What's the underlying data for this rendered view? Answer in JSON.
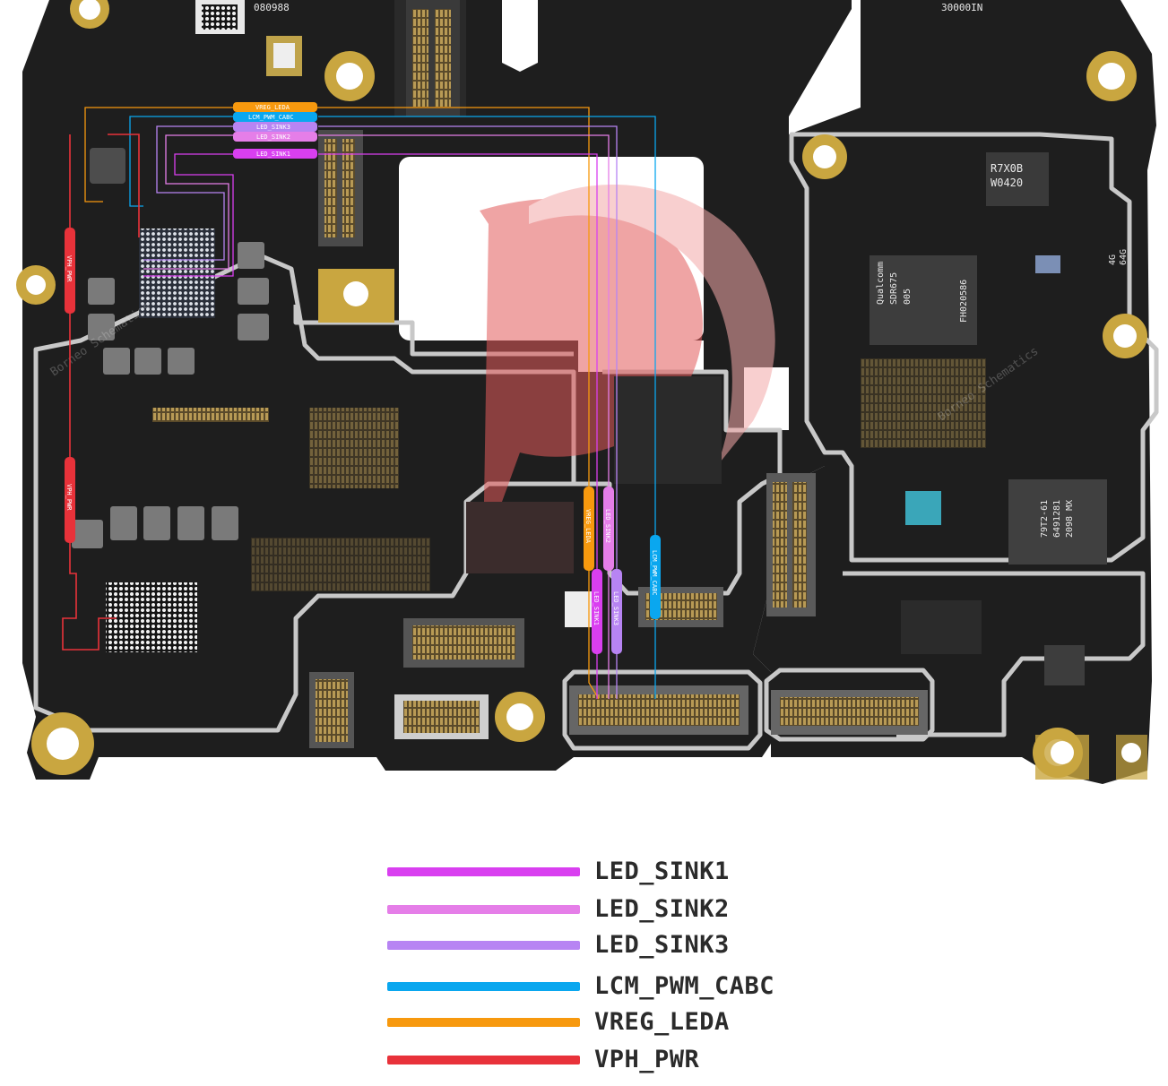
{
  "board": {
    "silkscreen": {
      "top_left_code": "080988",
      "top_right_code": "30000IN",
      "chip_r7x": "R7X0B",
      "chip_w0420": "W0420",
      "qualcomm_brand": "Qualcomm",
      "qualcomm_model": "SDR675",
      "qualcomm_rev": "005",
      "qualcomm_code": "FH020586",
      "mem_size_1": "4G",
      "mem_size_2": "64G",
      "emmc_code_1": "79T2-61",
      "emmc_code_2": "6491281",
      "emmc_code_3": "2098 MX"
    },
    "watermark": "Borneo Schematics"
  },
  "trace_tags": {
    "top": {
      "vreg_leda": "VREG_LEDA",
      "lcm_pwm_cabc": "LCM_PWM_CABC",
      "led_sink3": "LED_SINK3",
      "led_sink2": "LED_SINK2",
      "led_sink1": "LED_SINK1"
    },
    "bottom": {
      "vreg_leda": "VREG_LEDA",
      "led_sink2": "LED_SINK2",
      "lcm_pwm_cabc": "LCM_PWM_CABC",
      "led_sink1": "LED_SINK1",
      "led_sink3": "LED_SINK3"
    },
    "left": {
      "vph_pwr_1": "VPH_PWR",
      "vph_pwr_2": "VPH_PWR"
    }
  },
  "legend": {
    "items": [
      {
        "label": "LED_SINK1",
        "color": "#d93ff0"
      },
      {
        "label": "LED_SINK2",
        "color": "#e57ee8"
      },
      {
        "label": "LED_SINK3",
        "color": "#b784f3"
      },
      {
        "label": "LCM_PWM_CABC",
        "color": "#0aa7ef"
      },
      {
        "label": "VREG_LEDA",
        "color": "#f7990e"
      },
      {
        "label": "VPH_PWR",
        "color": "#e8323a"
      }
    ]
  },
  "colors": {
    "pcb": "#1c1c1c",
    "shield": "#c9c9c9",
    "gold_pad": "#c9a640",
    "watermark": "#f28b8b"
  }
}
